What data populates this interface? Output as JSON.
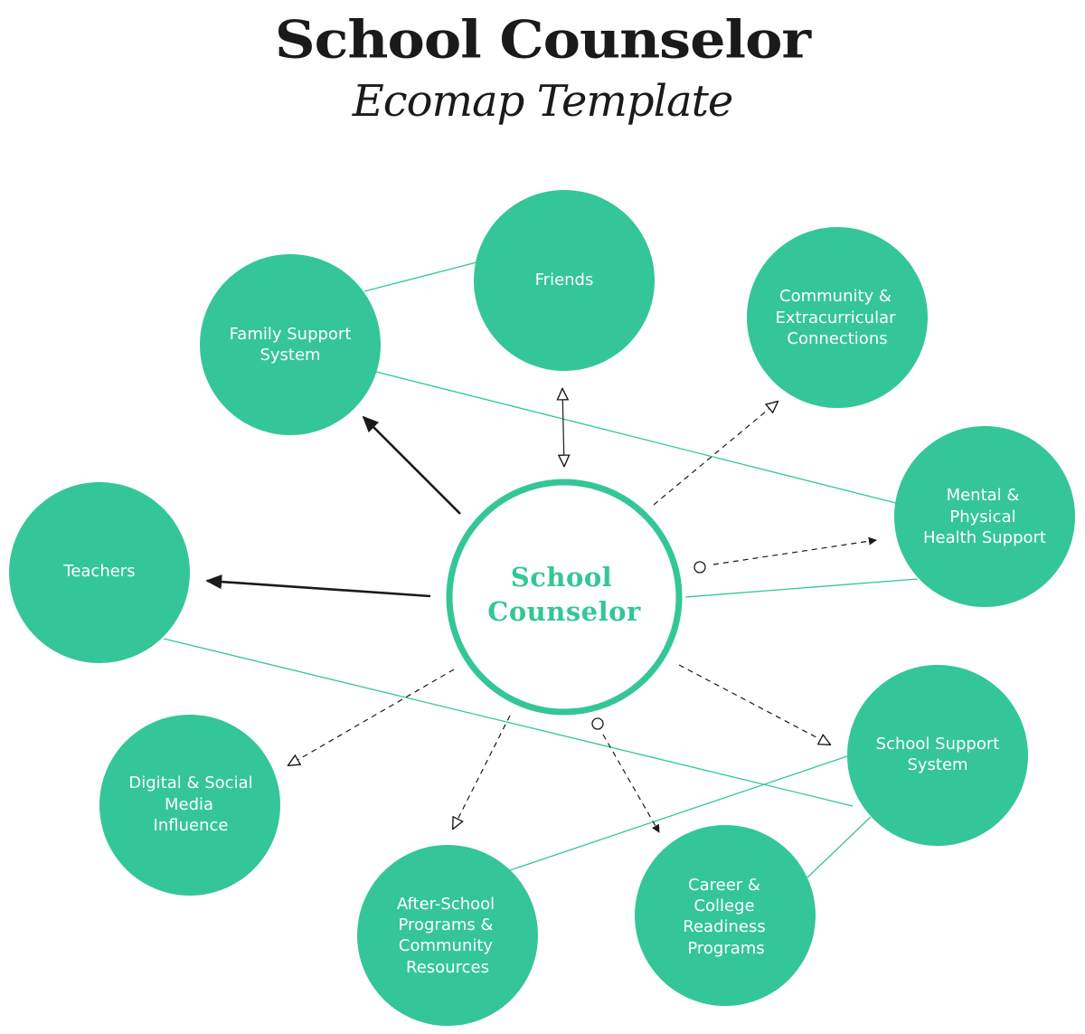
{
  "title": "School Counselor",
  "subtitle": "Ecomap Template",
  "colors": {
    "node_fill": "#34c698",
    "center_stroke": "#34c698",
    "text": "#1a1a1a",
    "connector": "#34c698"
  },
  "center": {
    "lines": [
      "School",
      "Counselor"
    ]
  },
  "nodes": [
    {
      "id": "friends",
      "lines": [
        "Friends"
      ]
    },
    {
      "id": "family",
      "lines": [
        "Family Support",
        "System"
      ]
    },
    {
      "id": "community",
      "lines": [
        "Community &",
        "Extracurricular",
        "Connections"
      ]
    },
    {
      "id": "mental",
      "lines": [
        "Mental &",
        "Physical",
        "Health Support"
      ]
    },
    {
      "id": "teachers",
      "lines": [
        "Teachers"
      ]
    },
    {
      "id": "school",
      "lines": [
        "School Support",
        "System"
      ]
    },
    {
      "id": "digital",
      "lines": [
        "Digital & Social",
        "Media",
        "Influence"
      ]
    },
    {
      "id": "afterschool",
      "lines": [
        "After-School",
        "Programs &",
        "Community",
        "Resources"
      ]
    },
    {
      "id": "career",
      "lines": [
        "Career &",
        "College",
        "Readiness",
        "Programs"
      ]
    }
  ],
  "relationships": [
    {
      "to": "friends",
      "style": "thin",
      "direction": "both"
    },
    {
      "to": "family",
      "style": "strong",
      "direction": "to-node"
    },
    {
      "to": "teachers",
      "style": "strong",
      "direction": "to-node"
    },
    {
      "to": "community",
      "style": "dashed",
      "direction": "to-node"
    },
    {
      "to": "mental",
      "style": "dashed",
      "direction": "to-node"
    },
    {
      "to": "school",
      "style": "dashed",
      "direction": "to-node"
    },
    {
      "to": "digital",
      "style": "dashed",
      "direction": "to-node"
    },
    {
      "to": "afterschool",
      "style": "dashed",
      "direction": "to-node"
    },
    {
      "to": "career",
      "style": "dashed",
      "direction": "to-node"
    }
  ]
}
